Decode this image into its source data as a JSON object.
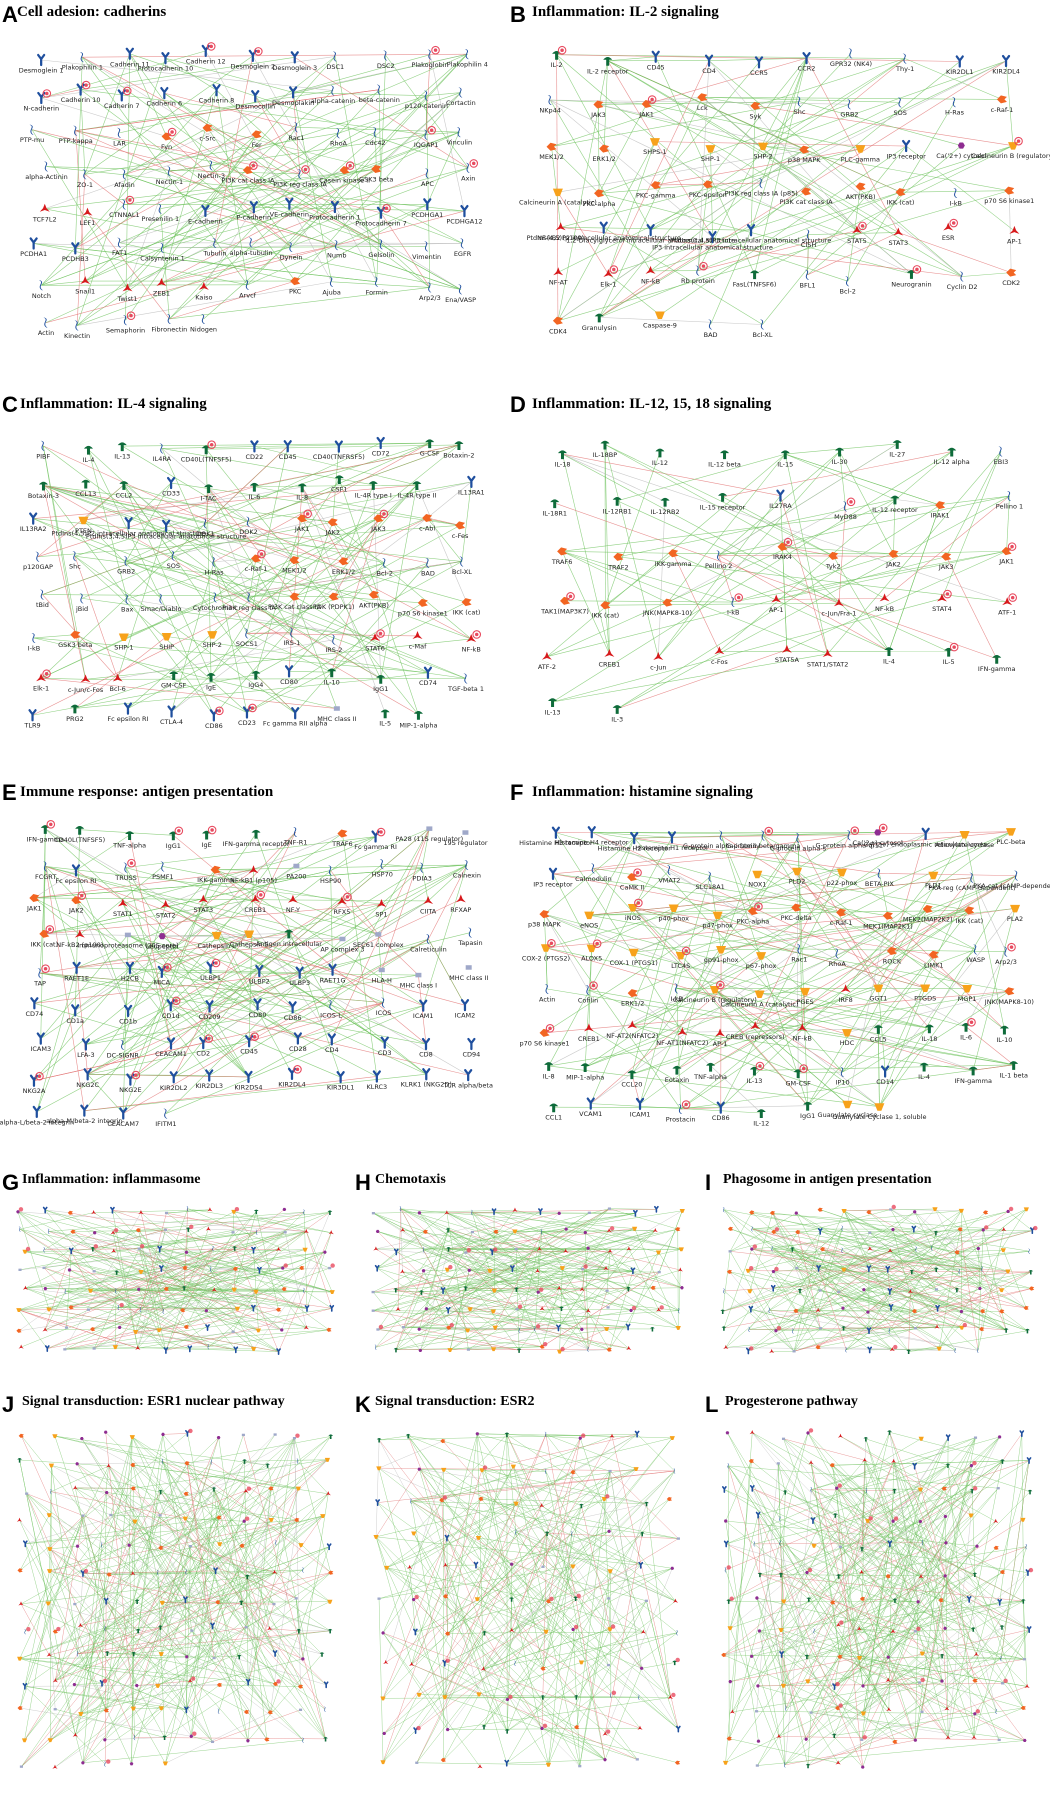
{
  "panels": [
    {
      "letter": "A",
      "title": "Cell adesion: cadherins",
      "labels": [
        "Desmoglein 1",
        "Plakophilin 1",
        "Cadherin 11",
        "Protocadherin 10",
        "Cadherin 12",
        "Desmoglein 2",
        "Desmoglein 3",
        "DSC1",
        "DSC2",
        "Plakoglobin",
        "Plakophilin 4",
        "N-cadherin",
        "Cadherin 10",
        "Cadherin 7",
        "Cadherin 6",
        "Cadherin 8",
        "Desmocollin",
        "Desmoplakin",
        "alpha-catenin",
        "beta-catenin",
        "p120-catenin",
        "Cortactin",
        "PTP-mu",
        "PTP-kappa",
        "LAR",
        "Fyn",
        "c-Src",
        "Fer",
        "Rac1",
        "RhoA",
        "Cdc42",
        "IQGAP1",
        "Vinculin",
        "alpha-Actinin",
        "ZO-1",
        "Afadin",
        "Nectin-1",
        "Nectin-3",
        "PI3K cat class IA",
        "PI3K reg class IA",
        "Casein kinase II",
        "GSK3 beta",
        "APC",
        "Axin",
        "TCF7L2",
        "LEF1",
        "CTNNAL1",
        "Presenilin 1",
        "E-cadherin",
        "P-cadherin",
        "VE-cadherin",
        "Protocadherin 1",
        "Protocadherin 7",
        "PCDHGA1",
        "PCDHGA12",
        "PCDHA1",
        "PCDHB3",
        "FAT1",
        "Calsyntenin 1",
        "Tubulin",
        "alpha-tubulin",
        "Dynein",
        "Numb",
        "Gelsolin",
        "Vimentin",
        "EGFR",
        "Notch",
        "Snail1",
        "Twist1",
        "ZEB1",
        "Kaiso",
        "Arvcf",
        "PKC",
        "Ajuba",
        "Formin",
        "Arp2/3",
        "Ena/VASP",
        "Actin",
        "Kinectin",
        "Semaphorin",
        "Fibronectin",
        "Nidogen"
      ]
    },
    {
      "letter": "B",
      "title": "Inflammation: IL-2 signaling",
      "labels": [
        "IL-2",
        "IL-2 receptor",
        "CD45",
        "CD4",
        "CCR5",
        "CCR2",
        "GPR32 (NK4)",
        "Thy-1",
        "KIR2DL1",
        "KIR2DL4",
        "NKp44",
        "JAK3",
        "JAK1",
        "Lck",
        "Syk",
        "Shc",
        "GRB2",
        "SOS",
        "H-Ras",
        "c-Raf-1",
        "MEK1/2",
        "ERK1/2",
        "SHPS-1",
        "SHP-1",
        "SHP-2",
        "p38 MAPK",
        "PLC-gamma",
        "IP3 receptor",
        "Ca('2+) cytosol",
        "Calcineurin B (regulatory)",
        "Calcineurin A (catalytic)",
        "PKC-alpha",
        "PKC-gamma",
        "PKC-epsilon",
        "PI3K reg class IA (p85)",
        "PI3K cat class IA",
        "AKT(PKB)",
        "IKK (cat)",
        "I-kB",
        "p70 S6 kinase1",
        "NF-kB2 (p100)",
        "PtdIns(4,5)P2 intracellular anatomical structure",
        "1,2-Diacylglycerol intracellular anatomical structure",
        "IP3 intracellular anatomical structure",
        "PtdIns(3,4,5)P3 intracellular anatomical structure",
        "CISH",
        "STAT5",
        "STAT3",
        "ESR",
        "AP-1",
        "NF-AT",
        "Elk-1",
        "NF-kB",
        "Rb protein",
        "FasL(TNFSF6)",
        "BFL1",
        "Bcl-2",
        "Neurogranin",
        "Cyclin D2",
        "CDK2",
        "CDK4",
        "Granulysin",
        "Caspase-9",
        "BAD",
        "Bcl-XL"
      ]
    },
    {
      "letter": "C",
      "title": "Inflammation: IL-4 signaling",
      "labels": [
        "PIBF",
        "IL-4",
        "IL-13",
        "IL4RA",
        "CD40L(TNFSF5)",
        "CD22",
        "CD45",
        "CD40(TNFRSF5)",
        "CD72",
        "G-CSF",
        "Botaxin-2",
        "Botaxin-3",
        "CCL13",
        "CCL2",
        "CD33",
        "I-TAC",
        "IL-6",
        "IL-8",
        "CSF1",
        "IL-4R type I",
        "IL-4R type II",
        "IL13RA1",
        "IL13RA2",
        "PTEN",
        "PtdIns(4,5)P2 intracellular anatomical structure",
        "PtdIns(3,4,5)P3 intracellular anatomical structure",
        "DOK1",
        "DOK2",
        "JAK1",
        "JAK2",
        "JAK3",
        "c-Abl",
        "c-Fes",
        "p120GAP",
        "Shc",
        "GRB2",
        "SOS",
        "H-Ras",
        "c-Raf-1",
        "MEK1/2",
        "ERK1/2",
        "Bcl-2",
        "BAD",
        "Bcl-XL",
        "tBid",
        "jBid",
        "Bax",
        "Smac/Diablo",
        "Cytochrome c",
        "PI3K reg class IA",
        "PI3K cat class IA",
        "PDK (PDPK1)",
        "AKT(PKB)",
        "p70 S6 kinase1",
        "IKK (cat)",
        "I-kB",
        "GSK3 beta",
        "SHP-1",
        "SHIP",
        "SHP-2",
        "SOCS1",
        "IRS-1",
        "IRS-2",
        "STAT6",
        "c-Maf",
        "NF-kB",
        "Elk-1",
        "c-Jun/c-Fos",
        "Bcl-6",
        "GM-CSF",
        "IgE",
        "IgG4",
        "CD80",
        "IL-10",
        "IgG1",
        "CD74",
        "TGF-beta 1",
        "TLR9",
        "PRG2",
        "Fc epsilon RI",
        "CTLA-4",
        "CD86",
        "CD23",
        "Fc gamma RII alpha",
        "MHC class II",
        "IL-5",
        "MIP-1-alpha"
      ]
    },
    {
      "letter": "D",
      "title": "Inflammation: IL-12, 15, 18 signaling",
      "labels": [
        "IL-18",
        "IL-18BP",
        "IL-12",
        "IL-12 beta",
        "IL-15",
        "IL-30",
        "IL-27",
        "IL-12 alpha",
        "EBI3",
        "IL-18R1",
        "IL-12RB1",
        "IL-12RB2",
        "IL-15 receptor",
        "IL27RA",
        "MyD88",
        "IL-12 receptor",
        "IRAK1",
        "Pellino 1",
        "TRAF6",
        "TRAF2",
        "IKK-gamma",
        "Pellino 2",
        "IRAK4",
        "Tyk2",
        "JAK2",
        "JAK3",
        "JAK1",
        "TAK1(MAP3K7)",
        "IKK (cat)",
        "JNK(MAPK8-10)",
        "I-kB",
        "AP-1",
        "c-Jun/Fra-1",
        "NF-kB",
        "STAT4",
        "ATF-1",
        "ATF-2",
        "CREB1",
        "c-Jun",
        "c-Fos",
        "STAT5A",
        "STAT1/STAT2",
        "IL-4",
        "IL-5",
        "IFN-gamma",
        "IL-13",
        "IL-3"
      ]
    },
    {
      "letter": "E",
      "title": "Immune response: antigen presentation",
      "labels": [
        "IFN-gamma",
        "CD40L(TNFSF5)",
        "TNF-alpha",
        "IgG1",
        "IgE",
        "IFN-gamma receptor",
        "TNF-R1",
        "TRAF6",
        "Fc gamma RI",
        "PA28 (11S regulator)",
        "19S regulator",
        "FCGRT",
        "Fc epsilon RI",
        "TRUSS",
        "PSMF1",
        "IKK-gamma",
        "NF-kB1 (p105)",
        "PA200",
        "HSP90",
        "HSP70",
        "PDIA3",
        "Calnexin",
        "JAK1",
        "JAK2",
        "STAT1",
        "STAT2",
        "STAT3",
        "CREB1",
        "NF-Y",
        "RFX5",
        "SP1",
        "CIITA",
        "RFXAP",
        "IKK (cat)",
        "NF-kB2 (p100)",
        "Immunoproteasome (20S core)",
        "Leupeptin",
        "Cathepsin L",
        "Cathepsin S",
        "Antigen intracellular",
        "AP complex 3",
        "SEC61 complex",
        "Calreticulin",
        "Tapasin",
        "TAP",
        "RAET1E",
        "H2CB",
        "MICA",
        "ULBP1",
        "ULBP2",
        "ULBP3",
        "RAET1G",
        "HLA-H",
        "MHC class I",
        "MHC class II",
        "CD74",
        "CD1a",
        "CD1b",
        "CD1d",
        "CD209",
        "CD80",
        "CD86",
        "ICOS-L",
        "ICOS",
        "ICAM1",
        "ICAM2",
        "ICAM3",
        "LFA-3",
        "DC-SIGNR",
        "CEACAM1",
        "CD2",
        "CD45",
        "CD28",
        "CD4",
        "CD3",
        "CD8",
        "CD94",
        "NKG2A",
        "NKG2C",
        "NKG2E",
        "KIR2DL2",
        "KIR2DL3",
        "KIR2DS4",
        "KIR2DL4",
        "KIR3DL1",
        "KLRC3",
        "KLRK1 (NKG2D)",
        "TCR alpha/beta",
        "alpha-L/beta-2 integrin",
        "alpha-M/beta-2 integrin",
        "CEACAM7",
        "IFITM1"
      ]
    },
    {
      "letter": "F",
      "title": "Inflammation: histamine signaling",
      "labels": [
        "Histamine H3 receptor",
        "Histamine H4 receptor",
        "Histamine H2 receptor",
        "Histamine H1 receptor",
        "G-protein alpha-i family",
        "G-protein beta/gamma",
        "G-protein alpha-s",
        "G-protein alpha-q/11",
        "Ca('2+) cytosol",
        "Ca('2+) endoplasmic reticulum lumen",
        "Adenylate cyclase",
        "PLC-beta",
        "IP3 receptor",
        "Calmodulin",
        "CaMK II",
        "VMAT2",
        "SLC18A1",
        "NOX1",
        "PLD2",
        "p22-phox",
        "BETA-PIX",
        "PLD1",
        "PKA-reg (cAMP-dependent)",
        "PKA-cat (cAMP-dependent)",
        "p38 MAPK",
        "eNOS",
        "iNOS",
        "p40-phox",
        "p47-phox",
        "PKC-alpha",
        "PKC-delta",
        "c-Raf-1",
        "MEK1(MAP2K1)",
        "MEK2(MAP2K2)",
        "IKK (cat)",
        "PLA2",
        "COX-2 (PTGS2)",
        "ALOX5",
        "COX-1 (PTGS1)",
        "LTC4S",
        "gp91-phox",
        "p67-phox",
        "Rac1",
        "RhoA",
        "ROCK",
        "LIMK1",
        "WASP",
        "Arp2/3",
        "Actin",
        "Cofilin",
        "ERK1/2",
        "I-kB",
        "Calcineurin B (regulatory)",
        "Calcineurin A (catalytic)",
        "PGES",
        "IRF8",
        "GGT1",
        "PTGDS",
        "MGP1",
        "JNK(MAPK8-10)",
        "p70 S6 kinase1",
        "CREB1",
        "NF-AT2(NFATC2)",
        "NF-AT1(NFATC2)",
        "AP-1",
        "CREB (repressors)",
        "NF-kB",
        "HDC",
        "CCL5",
        "IL-18",
        "IL-6",
        "IL-10",
        "IL-8",
        "MIP-1-alpha",
        "CCL20",
        "Eotaxin",
        "TNF-alpha",
        "IL-13",
        "GM-CSF",
        "IP10",
        "CD14",
        "IL-4",
        "IFN-gamma",
        "IL-1 beta",
        "CCL1",
        "VCAM1",
        "ICAM1",
        "Prostacin",
        "CD86",
        "IL-12",
        "IgG1",
        "Guanylate cyclase",
        "Guanylate Cyclase 1, soluble"
      ]
    },
    {
      "letter": "G",
      "title": "Inflammation: inflammasome",
      "labels": []
    },
    {
      "letter": "H",
      "title": "Chemotaxis",
      "labels": []
    },
    {
      "letter": "I",
      "title": "Phagosome in antigen presentation",
      "labels": []
    },
    {
      "letter": "J",
      "title": "Signal transduction: ESR1 nuclear pathway",
      "labels": []
    },
    {
      "letter": "K",
      "title": "Signal transduction: ESR2",
      "labels": []
    },
    {
      "letter": "L",
      "title": "Progesterone pathway",
      "labels": []
    }
  ],
  "colors": {
    "receptor": "#1f4f9e",
    "protein": "#1f4f9e",
    "kinase": "#f26522",
    "enzyme": "#f7a21b",
    "ligand": "#0e6b3a",
    "tf": "#d7191c",
    "compound": "#8e2c91",
    "complex": "#9fa8c9",
    "pin": "#e84a5f",
    "edge_act": "#6cc15b",
    "edge_inh": "#e06c6c",
    "edge_other": "#b8b8b8"
  }
}
